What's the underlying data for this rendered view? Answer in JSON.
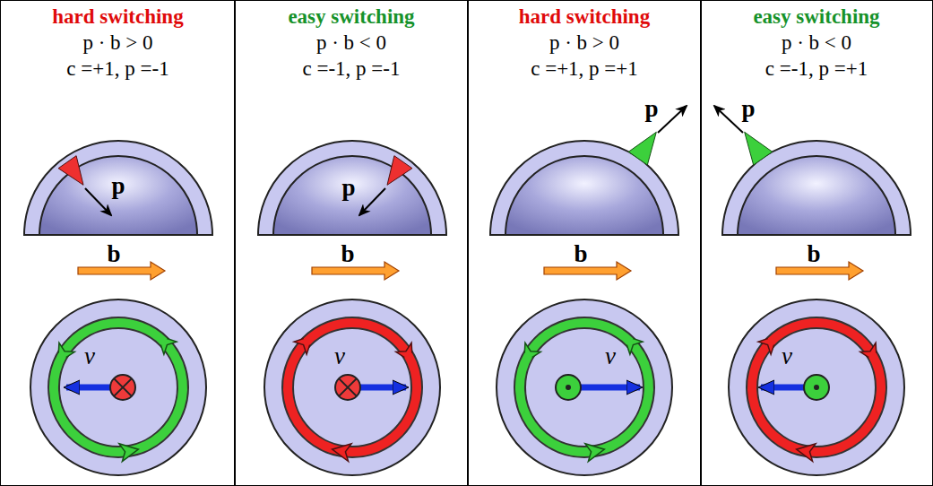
{
  "diagram": {
    "nodes": [
      {
        "text": [
          "hard switching",
          "p · b > 0",
          "c =+1, p =-1",
          "p",
          "b",
          "v"
        ]
      },
      {
        "text": [
          "easy switching",
          "p · b < 0",
          "c =-1, p =-1",
          "p",
          "b",
          "v"
        ]
      },
      {
        "text": [
          "hard switching",
          "p · b > 0",
          "c =+1, p =+1",
          "p",
          "b",
          "v"
        ]
      },
      {
        "text": [
          "easy switching",
          "p · b < 0",
          "c =-1, p =+1",
          "p",
          "b",
          "v"
        ]
      }
    ]
  }
}
